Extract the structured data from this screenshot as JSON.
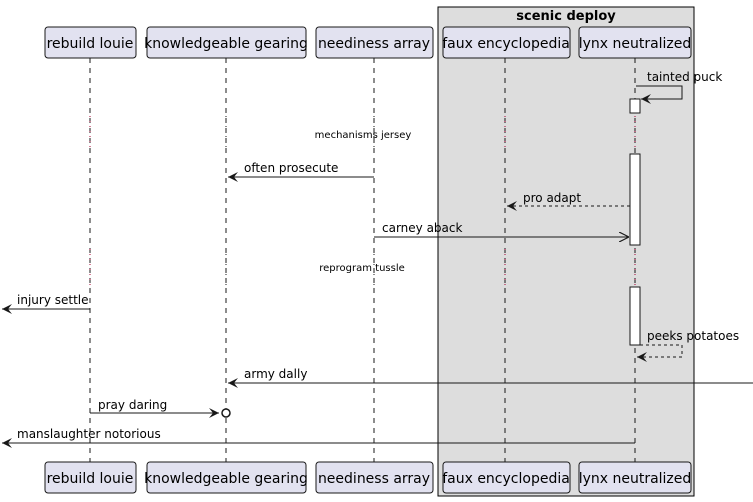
{
  "group": {
    "label": "scenic deploy"
  },
  "participants": [
    {
      "id": "p1",
      "label": "rebuild louie"
    },
    {
      "id": "p2",
      "label": "knowledgeable gearing"
    },
    {
      "id": "p3",
      "label": "neediness array"
    },
    {
      "id": "p4",
      "label": "faux encyclopedia"
    },
    {
      "id": "p5",
      "label": "lynx neutralized"
    }
  ],
  "messages": [
    {
      "label": "tainted puck",
      "from": "lynx neutralized",
      "to": "lynx neutralized",
      "style": "solid"
    },
    {
      "label": "often prosecute",
      "from": "neediness array",
      "to": "knowledgeable gearing",
      "style": "solid"
    },
    {
      "label": "pro adapt",
      "from": "lynx neutralized",
      "to": "faux encyclopedia",
      "style": "dashed"
    },
    {
      "label": "carney aback",
      "from": "neediness array",
      "to": "lynx neutralized",
      "style": "solid-open"
    },
    {
      "label": "injury settle",
      "from": "rebuild louie",
      "to": "outside-left",
      "style": "solid"
    },
    {
      "label": "peeks potatoes",
      "from": "lynx neutralized",
      "to": "lynx neutralized",
      "style": "dashed"
    },
    {
      "label": "army dally",
      "from": "outside-right",
      "to": "knowledgeable gearing",
      "style": "solid"
    },
    {
      "label": "pray daring",
      "from": "rebuild louie",
      "to": "knowledgeable gearing",
      "style": "solid-circle"
    },
    {
      "label": "manslaughter notorious",
      "from": "lynx neutralized",
      "to": "outside-left",
      "style": "solid"
    }
  ],
  "delays": [
    {
      "label": "mechanisms jersey"
    },
    {
      "label": "reprogram tussle"
    }
  ]
}
